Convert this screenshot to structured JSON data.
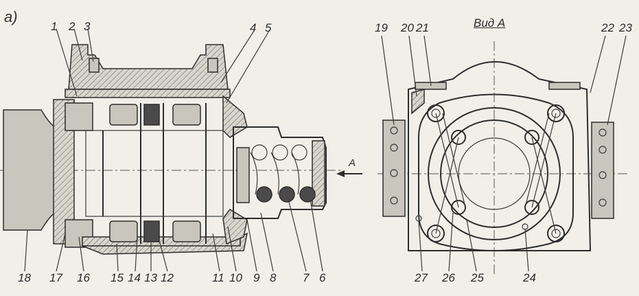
{
  "panel_label": "а)",
  "view_title": "Вид А",
  "view_arrow_label": "A",
  "callouts": {
    "c1": "1",
    "c2": "2",
    "c3": "3",
    "c4": "4",
    "c5": "5",
    "c6": "6",
    "c7": "7",
    "c8": "8",
    "c9": "9",
    "c10": "10",
    "c11": "11",
    "c12": "12",
    "c13": "13",
    "c14": "14",
    "c15": "15",
    "c16": "16",
    "c17": "17",
    "c18": "18",
    "c19": "19",
    "c20": "20",
    "c21": "21",
    "c22": "22",
    "c23": "23",
    "c24": "24",
    "c25": "25",
    "c26": "26",
    "c27": "27"
  }
}
